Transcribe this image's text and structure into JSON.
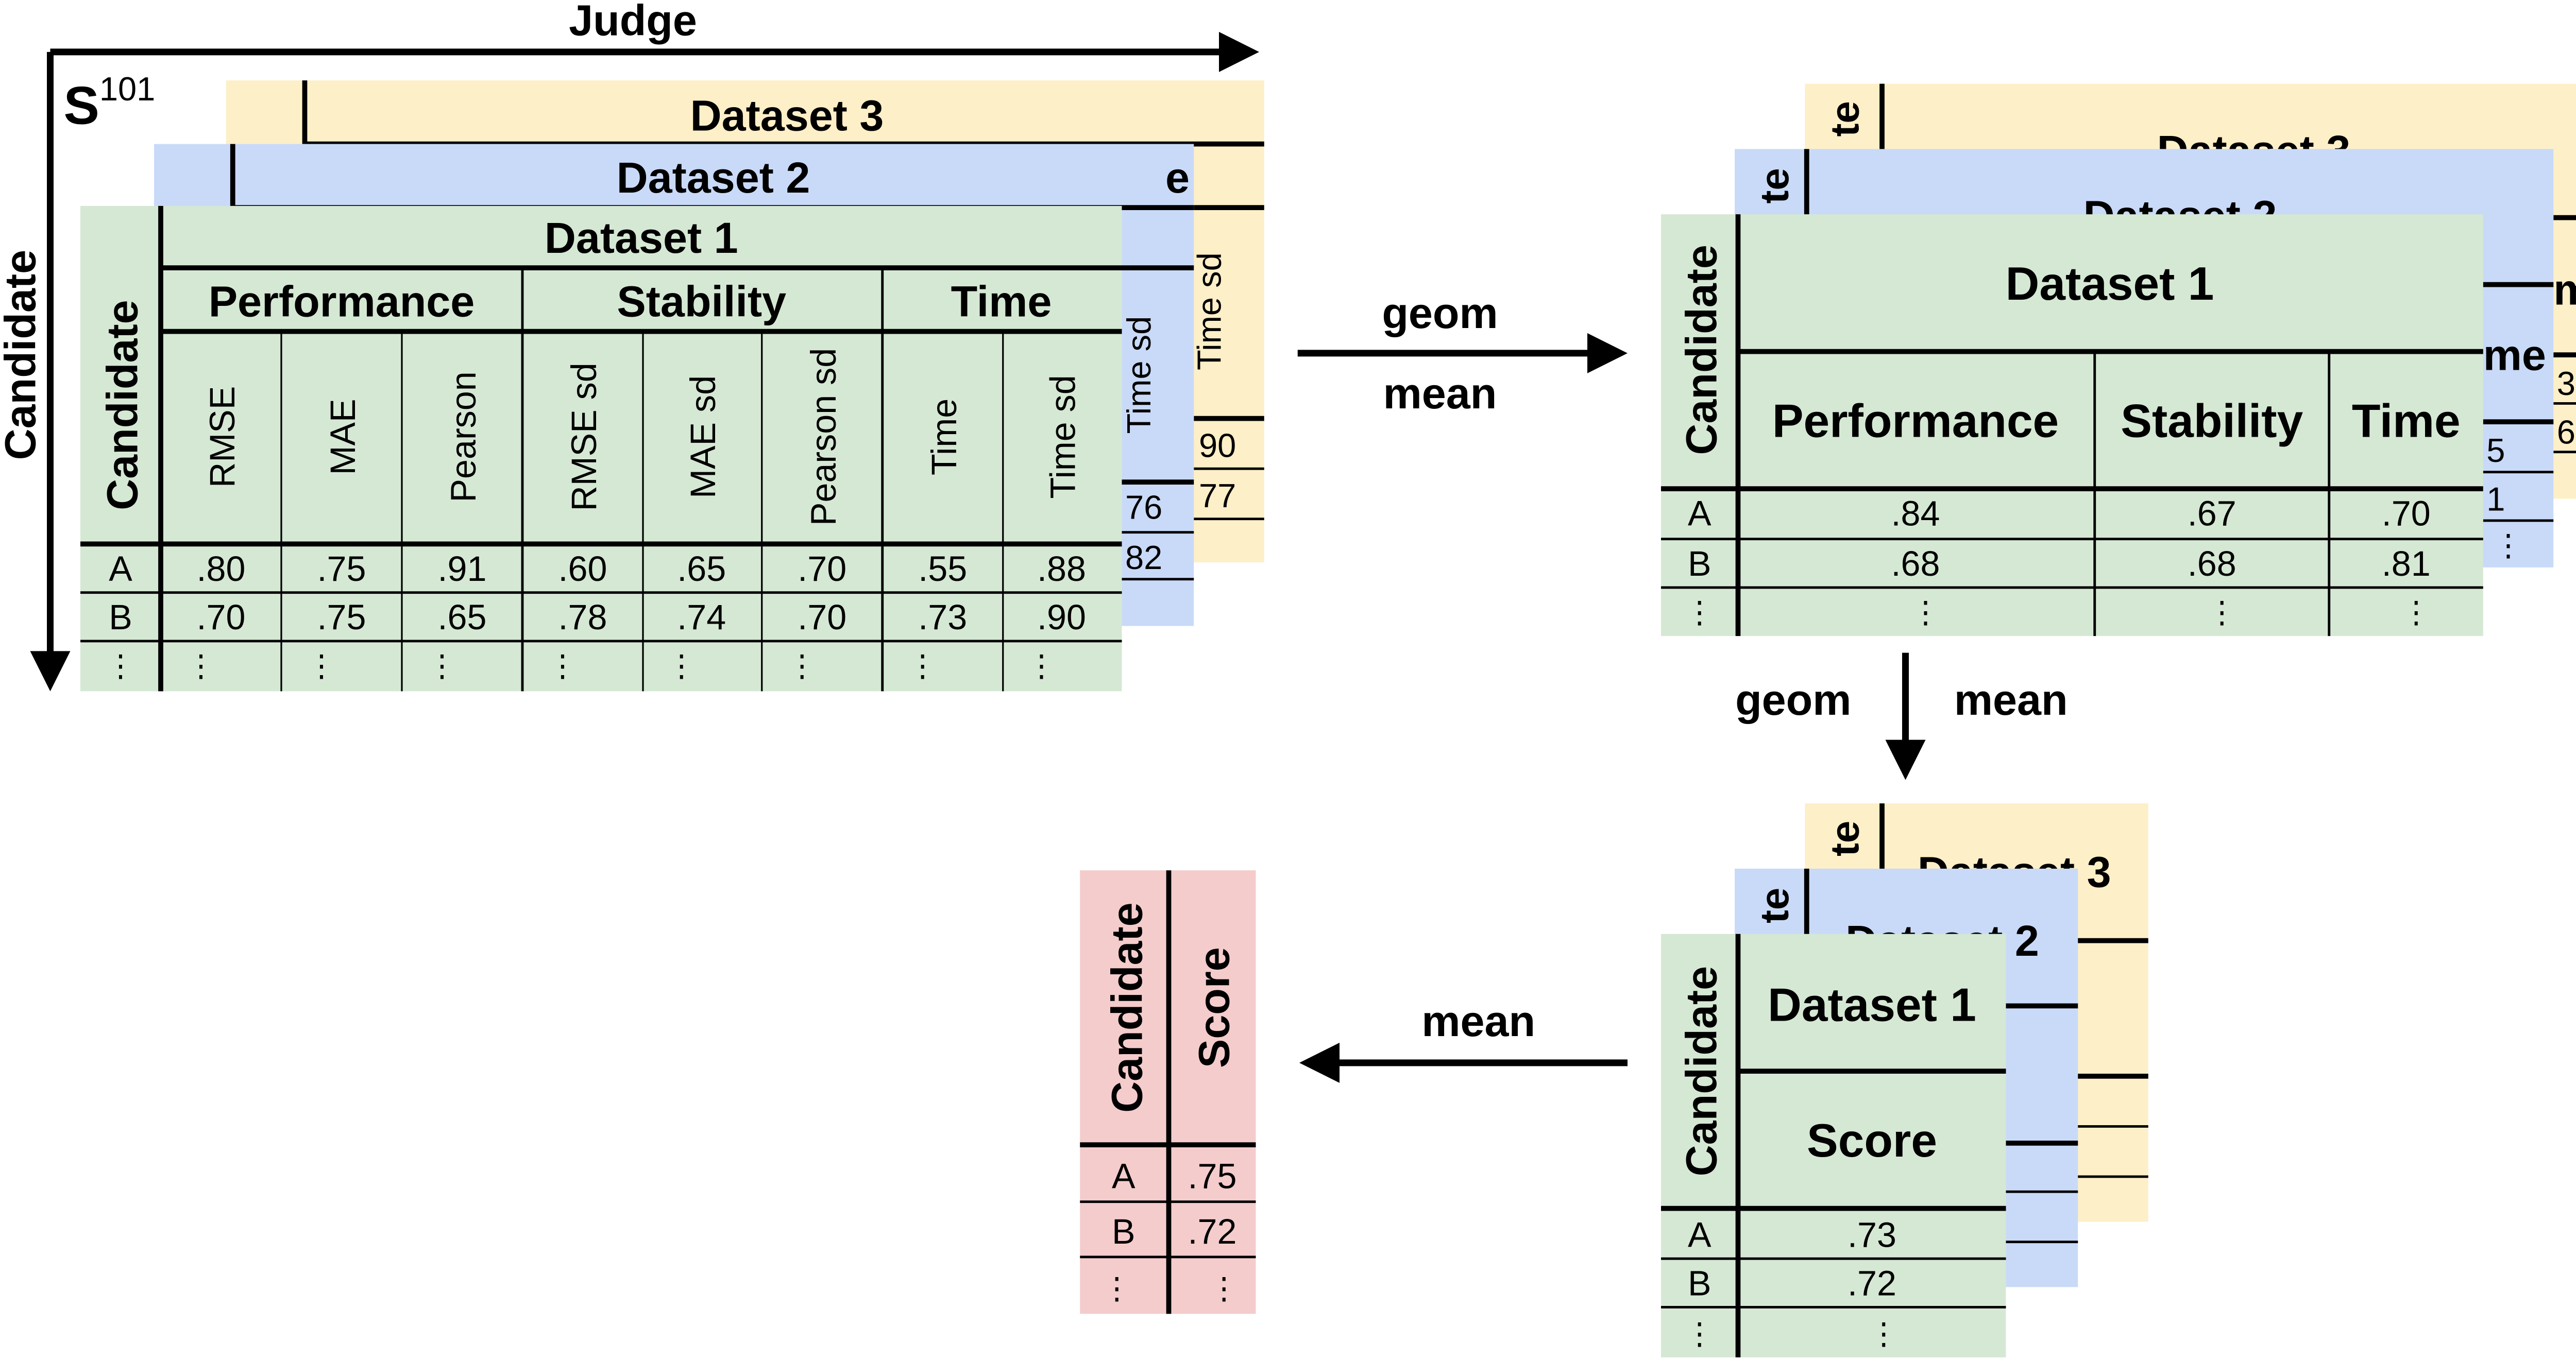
{
  "axes": {
    "judge": "Judge",
    "candidate": "Candidate",
    "symbol": "S",
    "superscript": "101"
  },
  "datasets": [
    "Dataset 1",
    "Dataset 2",
    "Dataset 3"
  ],
  "candidate_header": "Candidate",
  "groups": [
    "Performance",
    "Stability",
    "Time"
  ],
  "metrics": [
    "RMSE",
    "MAE",
    "Pearson",
    "RMSE sd",
    "MAE sd",
    "Pearson sd",
    "Time",
    "Time sd"
  ],
  "stage1": {
    "rows": [
      {
        "candidate": "A",
        "values": [
          ".80",
          ".75",
          ".91",
          ".60",
          ".65",
          ".70",
          ".55",
          ".88"
        ]
      },
      {
        "candidate": "B",
        "values": [
          ".70",
          ".75",
          ".65",
          ".78",
          ".74",
          ".70",
          ".73",
          ".90"
        ]
      }
    ],
    "back_fragments": {
      "d2_visible_header": "Time sd",
      "d2_visible_values": [
        "76",
        "82"
      ],
      "d3_visible_header": "Time sd",
      "d3_visible_values": [
        "90",
        "77"
      ],
      "header_partial": "e"
    }
  },
  "stage2": {
    "rows": [
      {
        "candidate": "A",
        "values": [
          ".84",
          ".67",
          ".70"
        ]
      },
      {
        "candidate": "B",
        "values": [
          ".68",
          ".68",
          ".81"
        ]
      }
    ],
    "back_fragments": {
      "candidate_partial": "te",
      "time_partial": "me",
      "d2_values": [
        "5",
        "1"
      ],
      "d3_values": [
        "3",
        "6"
      ]
    }
  },
  "stage3": {
    "score_header": "Score",
    "rows": [
      {
        "candidate": "A",
        "value": ".73"
      },
      {
        "candidate": "B",
        "value": ".72"
      }
    ]
  },
  "final": {
    "candidate_header": "Candidate",
    "score_header": "Score",
    "rows": [
      {
        "candidate": "A",
        "value": ".75"
      },
      {
        "candidate": "B",
        "value": ".72"
      }
    ]
  },
  "ellipsis": "⋮",
  "arrows": {
    "geom": "geom",
    "mean": "mean"
  },
  "colors": {
    "green": "#d5e8d4",
    "blue": "#c9daf8",
    "yellow": "#fdefc7",
    "red": "#f4cccc"
  }
}
